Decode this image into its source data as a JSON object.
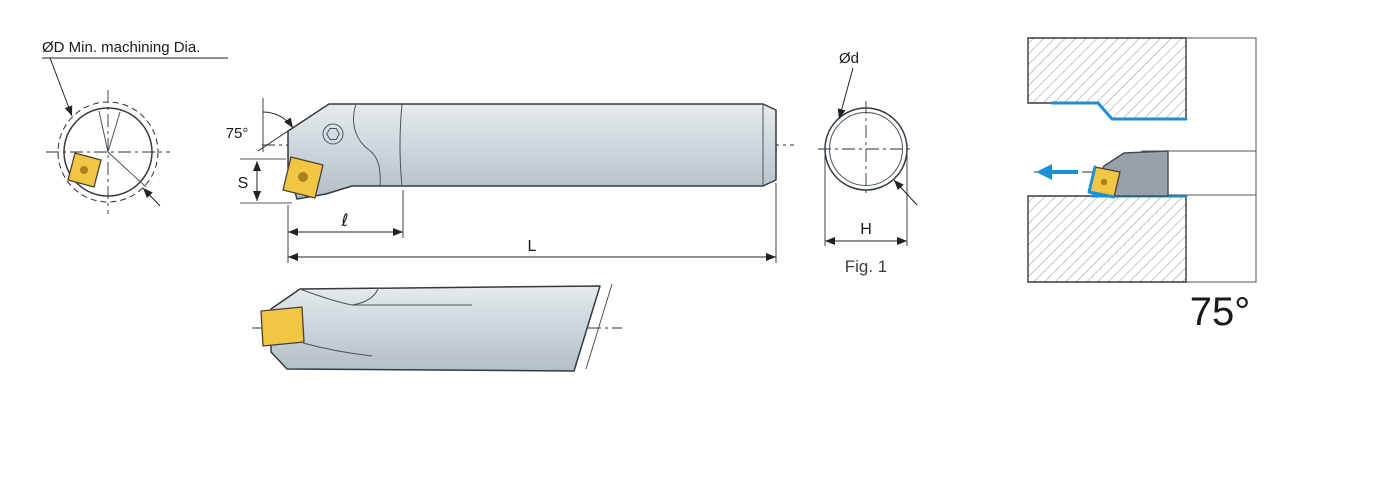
{
  "diagram": {
    "end_view": {
      "label": "ØD Min. machining Dia."
    },
    "side_view": {
      "angle": "75°",
      "dim_s": "S",
      "dim_l_small": "ℓ",
      "dim_l": "L"
    },
    "section_view": {
      "label": "Ød",
      "dim_h": "H",
      "caption": "Fig. 1"
    },
    "application_view": {
      "angle": "75°"
    }
  },
  "colors": {
    "insert_gold": "#f1c643",
    "insert_hole": "#a8821f",
    "accent_blue": "#1b90d5",
    "body_gray": "#ccd6db",
    "tool_head_gray": "#97a1a8",
    "outline_dark": "#333b41",
    "hatch_gray": "#99a3a8"
  }
}
